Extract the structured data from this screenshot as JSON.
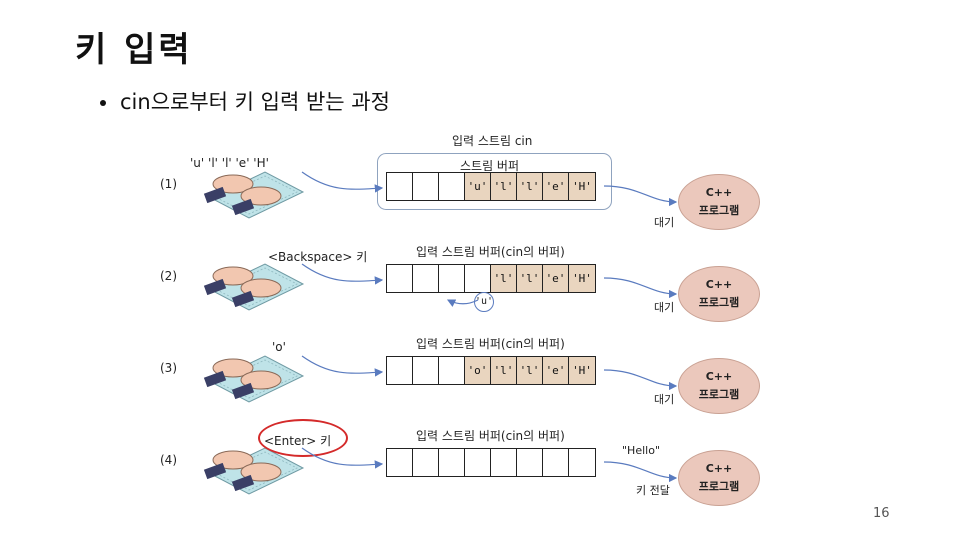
{
  "slide": {
    "title": "키 입력",
    "bullet": "cin으로부터 키 입력 받는 과정",
    "page_number": "16"
  },
  "diagram": {
    "stream_title": "입력 스트림 cin",
    "program": {
      "line1": "C++",
      "line2": "프로그램"
    },
    "rows": [
      {
        "label": "(1)",
        "input": "'u' 'l' 'l' 'e' 'H'",
        "buffer_caption": "스트림 버퍼",
        "cells": [
          "",
          "",
          "",
          "'u'",
          "'l'",
          "'l'",
          "'e'",
          "'H'"
        ],
        "status": "대기"
      },
      {
        "label": "(2)",
        "input": "<Backspace> 키",
        "buffer_caption": "입력 스트림 버퍼(cin의 버퍼)",
        "cells": [
          "",
          "",
          "",
          "",
          "'l'",
          "'l'",
          "'e'",
          "'H'"
        ],
        "removed": "'u'",
        "status": "대기"
      },
      {
        "label": "(3)",
        "input": "'o'",
        "buffer_caption": "입력 스트림 버퍼(cin의 버퍼)",
        "cells": [
          "",
          "",
          "",
          "'o'",
          "'l'",
          "'l'",
          "'e'",
          "'H'"
        ],
        "status": "대기"
      },
      {
        "label": "(4)",
        "input": "<Enter> 키",
        "buffer_caption": "입력 스트림 버퍼(cin의 버퍼)",
        "cells": [
          "",
          "",
          "",
          "",
          "",
          "",
          "",
          ""
        ],
        "sent": "\"Hello\"",
        "status": "키 전달"
      }
    ]
  },
  "colors": {
    "filled_cell": "#e9d5bf",
    "program": "#ebc8bc",
    "highlight": "#d42a2a",
    "arrow": "#5a7bbf"
  },
  "icons": [
    "keyboard-typing-icon"
  ]
}
